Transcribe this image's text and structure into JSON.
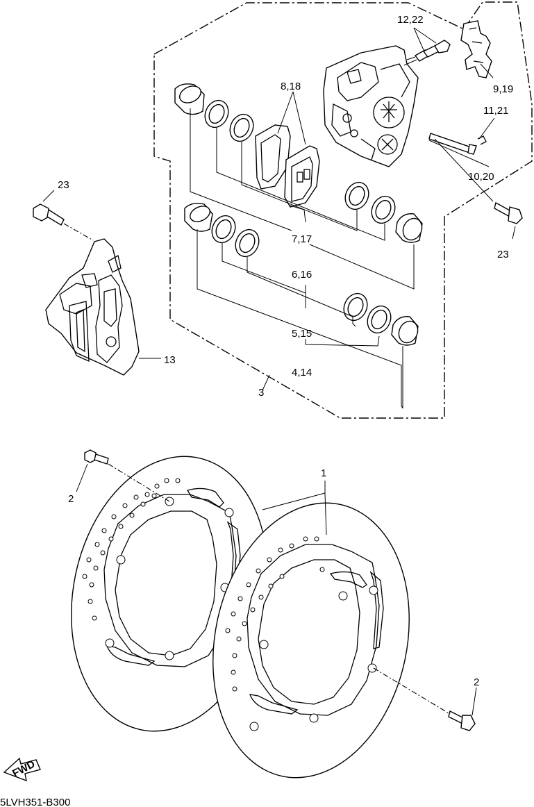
{
  "labels": {
    "l_12_22": "12,22",
    "l_8_18": "8,18",
    "l_9_19": "9,19",
    "l_11_21": "11,21",
    "l_10_20": "10,20",
    "l_23_left": "23",
    "l_23_right": "23",
    "l_7_17": "7,17",
    "l_6_16": "6,16",
    "l_5_15": "5,15",
    "l_4_14": "4,14",
    "l_3": "3",
    "l_13": "13",
    "l_1": "1",
    "l_2_left": "2",
    "l_2_right": "2",
    "fwd": "FWD",
    "code": "5LVH351-B300"
  }
}
